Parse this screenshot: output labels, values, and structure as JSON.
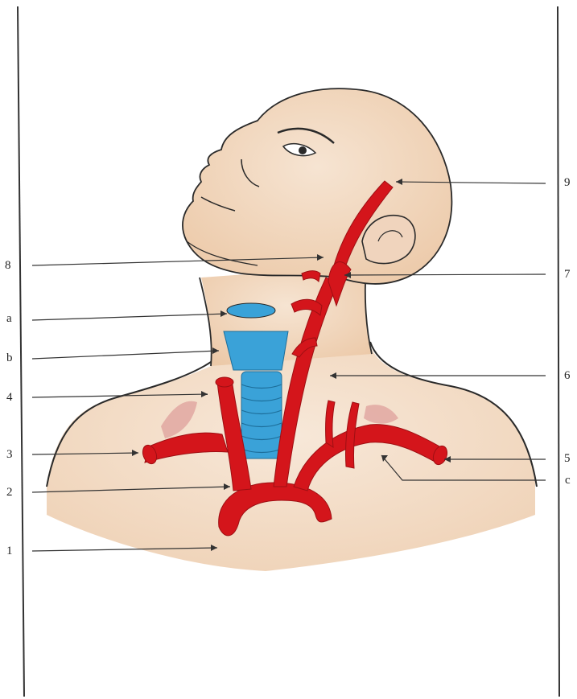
{
  "labels_left": [
    "8",
    "a",
    "b",
    "4",
    "3",
    "2",
    "1"
  ],
  "labels_right": [
    "9",
    "7",
    "6",
    "5",
    "c"
  ],
  "colors": {
    "skin": "#f1d6bf",
    "skin_shade": "#e7c0a0",
    "artery": "#d4151b",
    "artery_dark": "#9e0f13",
    "trachea": "#3aa2d8",
    "outline": "#2a2a2a",
    "frame": "#333333"
  }
}
